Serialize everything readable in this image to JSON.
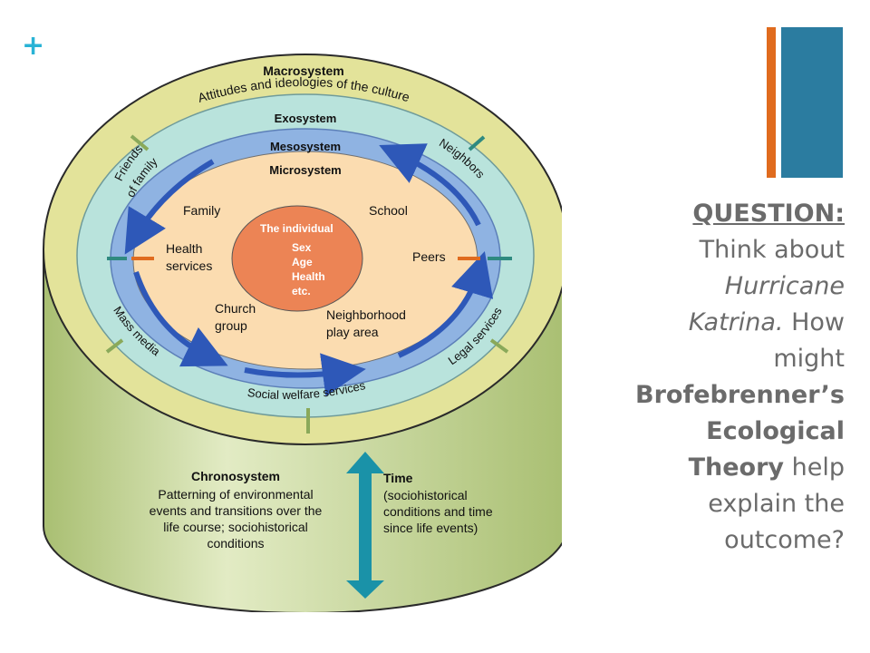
{
  "slide": {
    "plus_symbol": "+",
    "question": {
      "heading": "QUESTION:",
      "p1": "Think about",
      "p2": "Hurricane",
      "p3": "Katrina.",
      "p4": "How",
      "p5": "might",
      "p6": "Brofebrenner’s",
      "p7": "Ecological",
      "p8": "Theory",
      "p9": "help",
      "p10": "explain the",
      "p11": "outcome?"
    }
  },
  "diagram": {
    "macrosystem": {
      "title": "Macrosystem",
      "description": "Attitudes and ideologies of the culture"
    },
    "exosystem": {
      "title": "Exosystem",
      "friends_1": "Friends",
      "friends_2": "of family",
      "neighbors": "Neighbors",
      "mass_media": "Mass media",
      "legal_services": "Legal services",
      "social_welfare": "Social welfare services"
    },
    "mesosystem": {
      "title": "Mesosystem"
    },
    "microsystem": {
      "title": "Microsystem",
      "family": "Family",
      "school": "School",
      "health_1": "Health",
      "health_2": "services",
      "peers": "Peers",
      "church_1": "Church",
      "church_2": "group",
      "neighborhood_1": "Neighborhood",
      "neighborhood_2": "play area"
    },
    "individual": {
      "title": "The individual",
      "attr_1": "Sex",
      "attr_2": "Age",
      "attr_3": "Health",
      "attr_4": "etc."
    },
    "chronosystem": {
      "title": "Chronosystem",
      "line_1": "Patterning of environmental",
      "line_2": "events and transitions over the",
      "line_3": "life course; sociohistorical",
      "line_4": "conditions"
    },
    "time": {
      "title": "Time",
      "line_1": "(sociohistorical",
      "line_2": "conditions and time",
      "line_3": "since life events)"
    },
    "colors": {
      "macro_fill": "#e3e39a",
      "cylinder_side": "#b9cc86",
      "exo_fill": "#b9e3dc",
      "meso_fill": "#8fb3e2",
      "micro_fill": "#fbdcb0",
      "individual_fill": "#ec8455",
      "arrow_blue": "#2e58b8",
      "time_arrow": "#1a92a8"
    }
  }
}
